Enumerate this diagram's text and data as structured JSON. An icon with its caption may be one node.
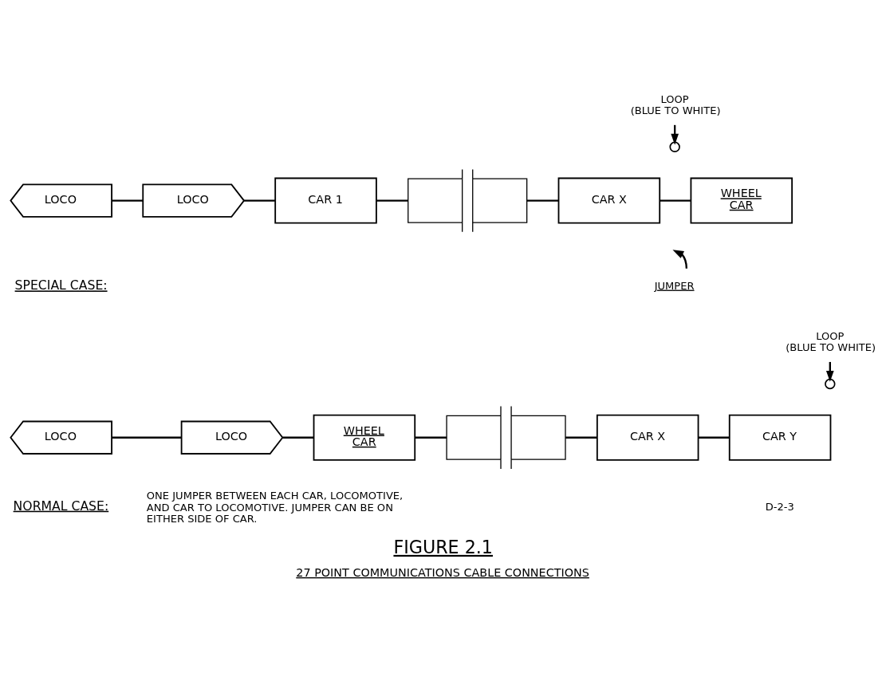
{
  "diagram": {
    "title": "FIGURE 2.1",
    "caption": "27 POINT COMMUNICATIONS CABLE CONNECTIONS",
    "nodes": [
      {
        "text": [
          "LOCO"
        ]
      },
      {
        "text": [
          "LOCO"
        ]
      },
      {
        "text": [
          "CAR 1"
        ]
      },
      {
        "text": [],
        "shape": "box"
      },
      {
        "text": [
          "CAR X"
        ]
      },
      {
        "text": [
          "WHEEL CAR"
        ]
      },
      {
        "text": [],
        "shape": "circle"
      },
      {
        "text": [
          "LOOP",
          "(BLUE TO WHITE)"
        ]
      },
      {
        "text": [
          "JUMPER"
        ]
      },
      {
        "text": [
          "LOCO"
        ]
      },
      {
        "text": [
          "LOCO"
        ]
      },
      {
        "text": [
          "WHEEL CAR"
        ]
      },
      {
        "text": [],
        "shape": "box"
      },
      {
        "text": [
          "CAR X"
        ]
      },
      {
        "text": [
          "CAR Y"
        ]
      },
      {
        "text": [],
        "shape": "circle"
      },
      {
        "text": [
          "LOOP",
          "(BLUE TO WHITE)"
        ]
      }
    ],
    "edges": [
      {
        "from": 0,
        "to": 1,
        "arrow": "none"
      },
      {
        "from": 1,
        "to": 2,
        "arrow": "none"
      },
      {
        "from": 2,
        "to": 3,
        "arrow": "none"
      },
      {
        "from": 3,
        "to": 4,
        "arrow": "none"
      },
      {
        "from": 4,
        "to": 5,
        "arrow": "none"
      },
      {
        "from": 7,
        "to": 6,
        "arrow": "to"
      },
      {
        "from": 8,
        "to": null,
        "arrow": "to"
      },
      {
        "from": 9,
        "to": 10,
        "arrow": "none"
      },
      {
        "from": 10,
        "to": 11,
        "arrow": "none"
      },
      {
        "from": 11,
        "to": 12,
        "arrow": "none"
      },
      {
        "from": 12,
        "to": 13,
        "arrow": "none"
      },
      {
        "from": 13,
        "to": 14,
        "arrow": "none"
      },
      {
        "from": 16,
        "to": 15,
        "arrow": "to"
      }
    ],
    "labels": [
      "SPECIAL CASE:",
      "NORMAL CASE:",
      "ONE JUMPER BETWEEN EACH CAR, LOCOMOTIVE, AND CAR TO LOCOMOTIVE. JUMPER CAN BE ON EITHER SIDE OF CAR.",
      "D-2-3"
    ]
  }
}
